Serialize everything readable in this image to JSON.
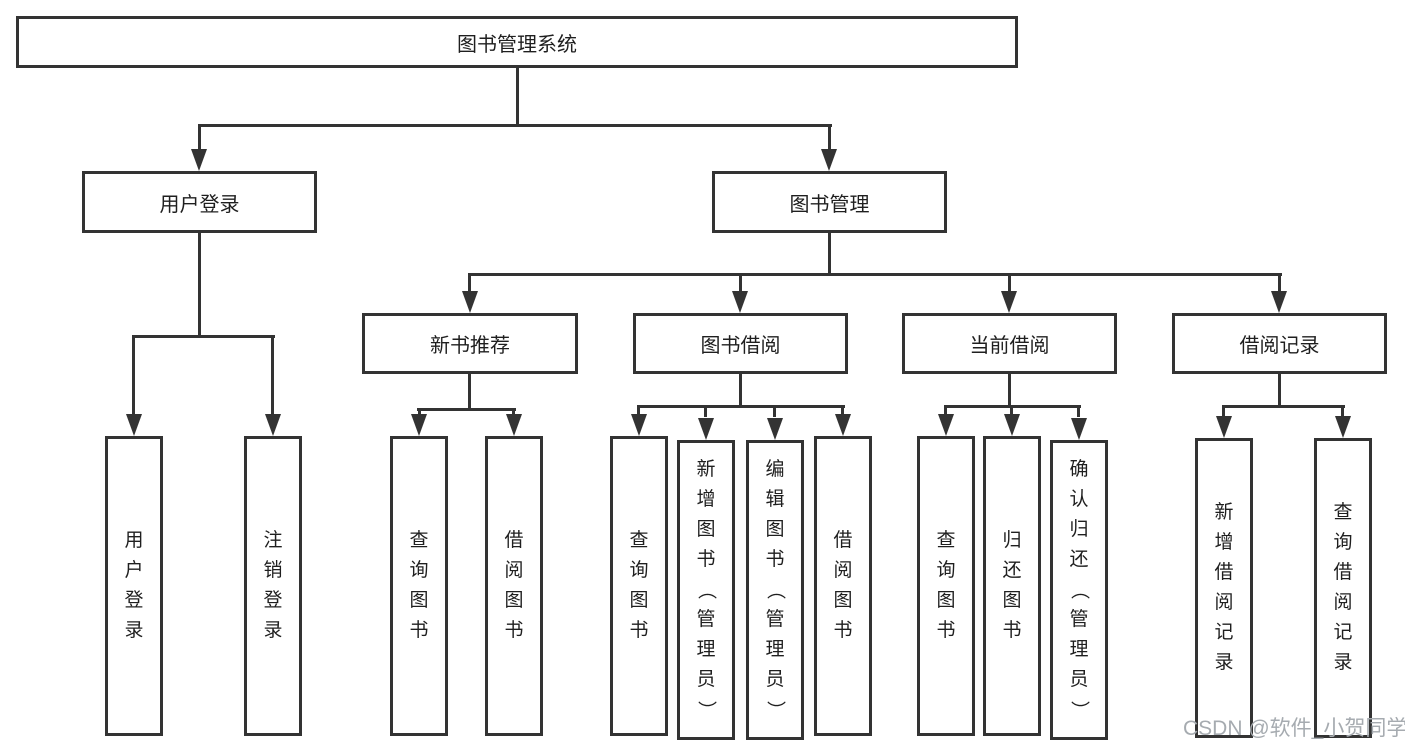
{
  "diagram": {
    "tree": {
      "label": "图书管理系统",
      "children": [
        {
          "label": "用户登录",
          "children": [
            {
              "label": "用户登录"
            },
            {
              "label": "注销登录"
            }
          ]
        },
        {
          "label": "图书管理",
          "children": [
            {
              "label": "新书推荐",
              "children": [
                {
                  "label": "查询图书"
                },
                {
                  "label": "借阅图书"
                }
              ]
            },
            {
              "label": "图书借阅",
              "children": [
                {
                  "label": "查询图书"
                },
                {
                  "label": "新增图书（管理员）"
                },
                {
                  "label": "编辑图书（管理员）"
                },
                {
                  "label": "借阅图书"
                }
              ]
            },
            {
              "label": "当前借阅",
              "children": [
                {
                  "label": "查询图书"
                },
                {
                  "label": "归还图书"
                },
                {
                  "label": "确认归还（管理员）"
                }
              ]
            },
            {
              "label": "借阅记录",
              "children": [
                {
                  "label": "新增借阅记录"
                },
                {
                  "label": "查询借阅记录"
                }
              ]
            }
          ]
        }
      ]
    }
  },
  "watermark": "CSDN @软件_小贺同学",
  "colors": {
    "line": "#333333",
    "text": "#1f1f1f",
    "watermark": "#a6abb0",
    "background": "#ffffff"
  }
}
